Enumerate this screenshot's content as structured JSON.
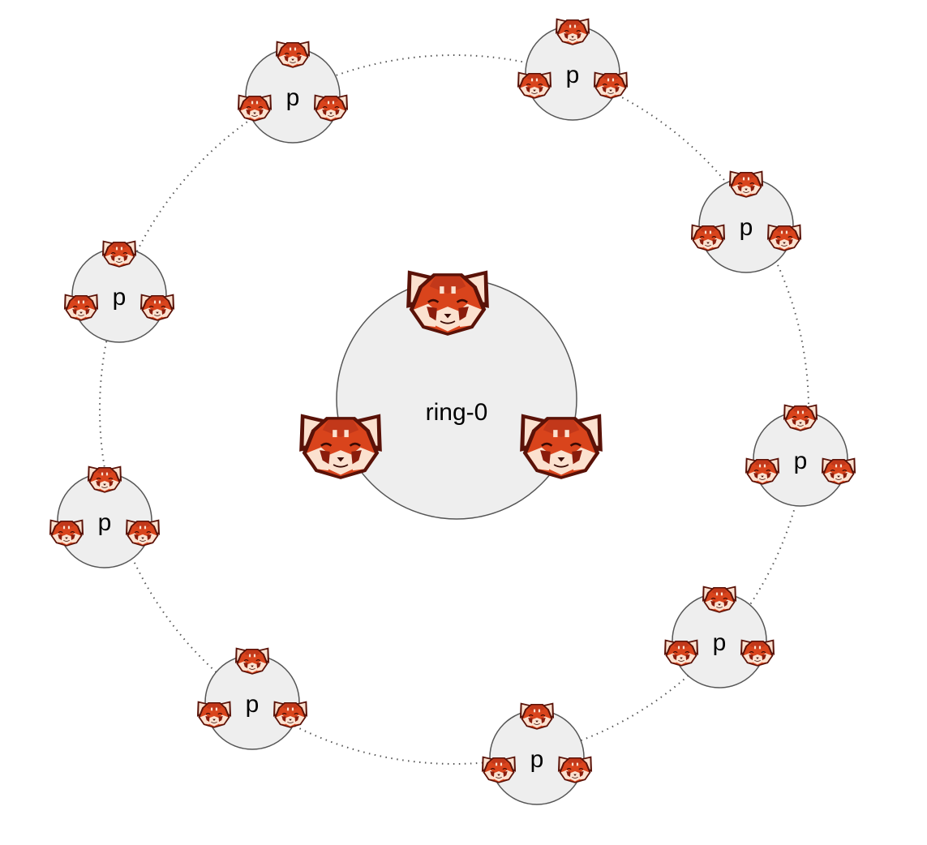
{
  "center": {
    "label": "ring-0"
  },
  "peers": [
    {
      "label": "p"
    },
    {
      "label": "p"
    },
    {
      "label": "p"
    },
    {
      "label": "p"
    },
    {
      "label": "p"
    },
    {
      "label": "p"
    },
    {
      "label": "p"
    },
    {
      "label": "p"
    },
    {
      "label": "p"
    }
  ],
  "icons": {
    "member": "red-panda-icon"
  },
  "colors": {
    "node_fill": "#eeeeee",
    "node_stroke": "#555555",
    "panda_orange": "#d9441c",
    "panda_dark": "#7a1a0c",
    "panda_cream": "#fbe1cf"
  }
}
